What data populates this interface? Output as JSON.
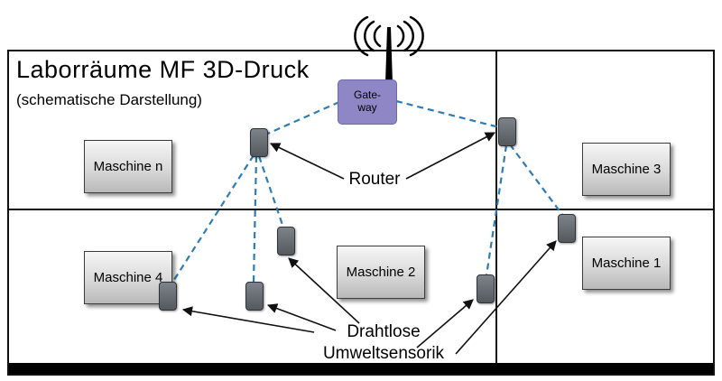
{
  "title": "Laborräume MF 3D-Druck",
  "subtitle": "(schematische Darstellung)",
  "gateway": {
    "label": "Gate-\nway"
  },
  "labels": {
    "router": "Router",
    "sensors_line1": "Drahtlose",
    "sensors_line2": "Umweltsensorik"
  },
  "machines": [
    "Maschine n",
    "Maschine 3",
    "Maschine 4",
    "Maschine 2",
    "Maschine 1"
  ],
  "colors": {
    "gateway_fill": "#8f86c6",
    "dashed_link": "#2f7cb5",
    "node_fill": "#64696f",
    "arrow": "#111111"
  }
}
